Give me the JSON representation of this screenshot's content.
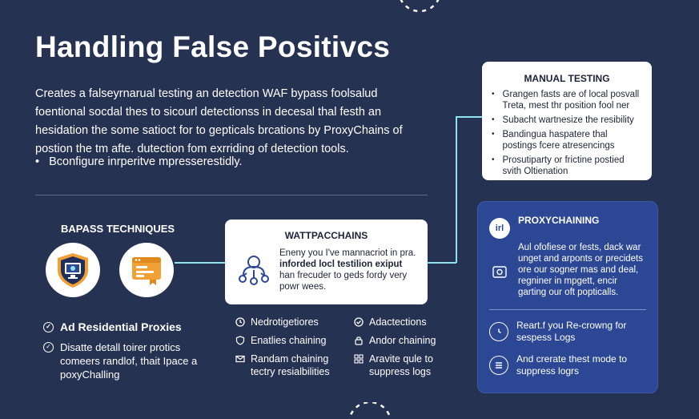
{
  "title": "Handling False Positivcs",
  "intro": {
    "lines": [
      "Creates a falseyrnarual testing an detection WAF bypass foolsalud",
      "foentional socdal thes to sicourl detectionss in decesal thal festh an",
      "hesidation the some satioct for to gepticals brcations by ProxyChains of",
      "postion the tm afte. dutection fom exrriding of detection tools."
    ],
    "bullet": "Bconfigure inrperitve mpresserestidly."
  },
  "bypass": {
    "title": "BAPASS TECHNIQUES",
    "icons": [
      "shield-monitor-icon",
      "browser-window-icon"
    ],
    "items": [
      "Ad Residential Proxies",
      "Disatte detall toirer protics comeers randlof, thait Ipace a poxyChalling"
    ]
  },
  "manual": {
    "title": "MANUAL TESTING",
    "items": [
      "Grangen fasts are of local posvall Treta, mest thr position fool ner",
      "Subacht wartnesize the resibility",
      "Bandingua haspatere thal postings fcere atresencings",
      "Prosutiparty or frictine postied svith Oltienation"
    ]
  },
  "watt": {
    "title": "WATTPACCHAINS",
    "icon": "network-users-icon",
    "text_plain": "Eneny you I've mannacriot in pra.",
    "text_bold": "inforded locl testilion exiput",
    "text_rest": "han frecuder to geds fordy very powr wees."
  },
  "mid_list": [
    {
      "icon": "clock-icon",
      "label": "Nedrotigetiores"
    },
    {
      "icon": "check-circle-icon",
      "label": "Adactections"
    },
    {
      "icon": "shield-icon",
      "label": "Enatlies chaining"
    },
    {
      "icon": "lock-icon",
      "label": "Andor chaining"
    },
    {
      "icon": "mail-icon",
      "label": "Randam chaining tectry resialbilities"
    },
    {
      "icon": "grid-icon",
      "label": "Aravite qule to suppress logs"
    }
  ],
  "proxy": {
    "badge": "irl",
    "title": "PROXYCHAINING",
    "text": "Aul ofofiese or fests, dack war unget and arponts or precidets ore our sogner mas and deal, regniner in mpgett, encir garting our oft popticalls.",
    "rows": [
      {
        "icon": "clock-icon",
        "label": "Reart.f you Re-crowng for sespess Logs"
      },
      {
        "icon": "list-icon",
        "label": "And crerate thest mode to suppress logrs"
      }
    ]
  },
  "colors": {
    "background": "#263252",
    "proxy_card": "#2c4793",
    "connector": "#8fe3f0",
    "icon_orange": "#f0a035",
    "icon_dark": "#1f2f5a"
  }
}
